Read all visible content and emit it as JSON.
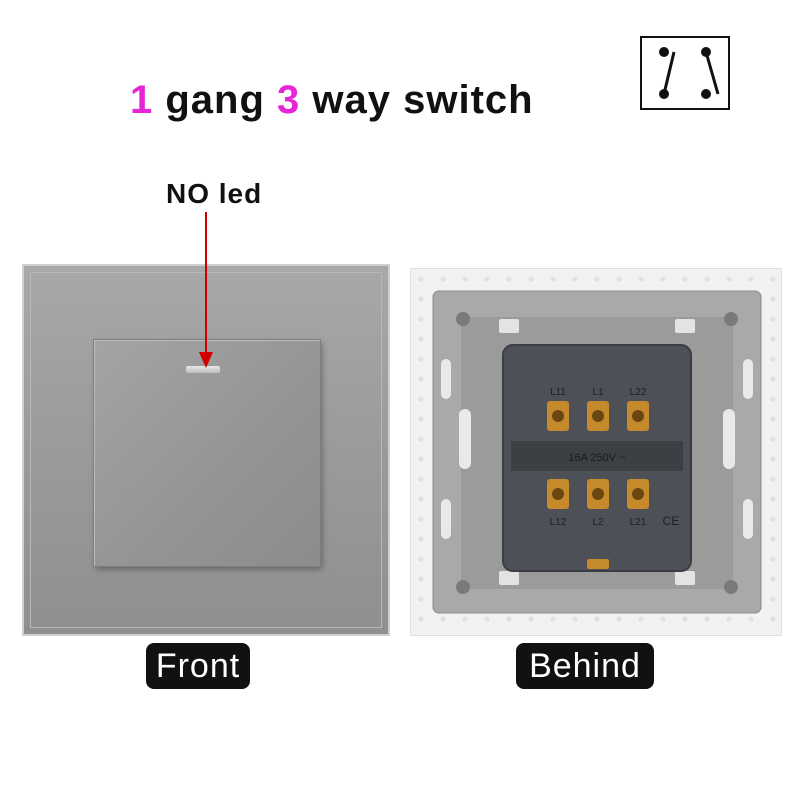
{
  "title": {
    "gang_number": "1",
    "gang_word": "gang",
    "way_number": "3",
    "way_word": "way switch"
  },
  "annotation": {
    "no_led": "NO led"
  },
  "module": {
    "top_terminals": [
      "L11",
      "L1",
      "L22"
    ],
    "bottom_terminals": [
      "L12",
      "L2",
      "L21"
    ],
    "rating": "16A 250V ~",
    "mark": "CE"
  },
  "labels": {
    "front": "Front",
    "behind": "Behind"
  },
  "colors": {
    "accent": "#e626d6",
    "arrow": "#d10000",
    "label_bg": "#111111"
  },
  "icons": {
    "symbol": "two-way-switch-symbol-icon"
  }
}
